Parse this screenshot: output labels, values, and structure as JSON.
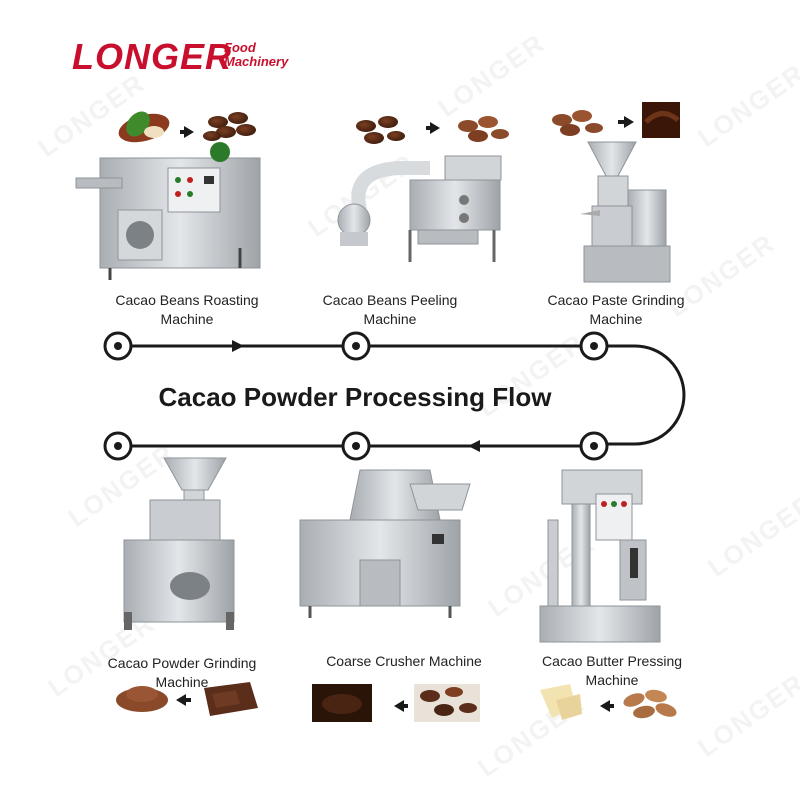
{
  "brand": {
    "logo_main": "LONGER",
    "logo_sub_line1": "Food",
    "logo_sub_line2": "Machinery",
    "watermark": "LONGER",
    "color": "#c8102e"
  },
  "flow_title": "Cacao Powder Processing Flow",
  "steps": [
    {
      "label_line1": "Cacao Beans Roasting",
      "label_line2": "Machine",
      "icon": "roasting-machine-icon"
    },
    {
      "label_line1": "Cacao Beans Peeling",
      "label_line2": "Machine",
      "icon": "peeling-machine-icon"
    },
    {
      "label_line1": "Cacao Paste Grinding",
      "label_line2": "Machine",
      "icon": "paste-grinder-icon"
    },
    {
      "label_line1": "Cacao Butter Pressing",
      "label_line2": "Machine",
      "icon": "butter-press-icon"
    },
    {
      "label_line1": "Coarse Crusher Machine",
      "label_line2": "",
      "icon": "coarse-crusher-icon"
    },
    {
      "label_line1": "Cacao Powder Grinding",
      "label_line2": "Machine",
      "icon": "powder-grinder-icon"
    }
  ],
  "colors": {
    "line": "#1a1a1a",
    "steel": "#c9cdd1",
    "steel_dark": "#8e9499",
    "bean": "#5a2e1a",
    "powder": "#8a4a2a"
  }
}
